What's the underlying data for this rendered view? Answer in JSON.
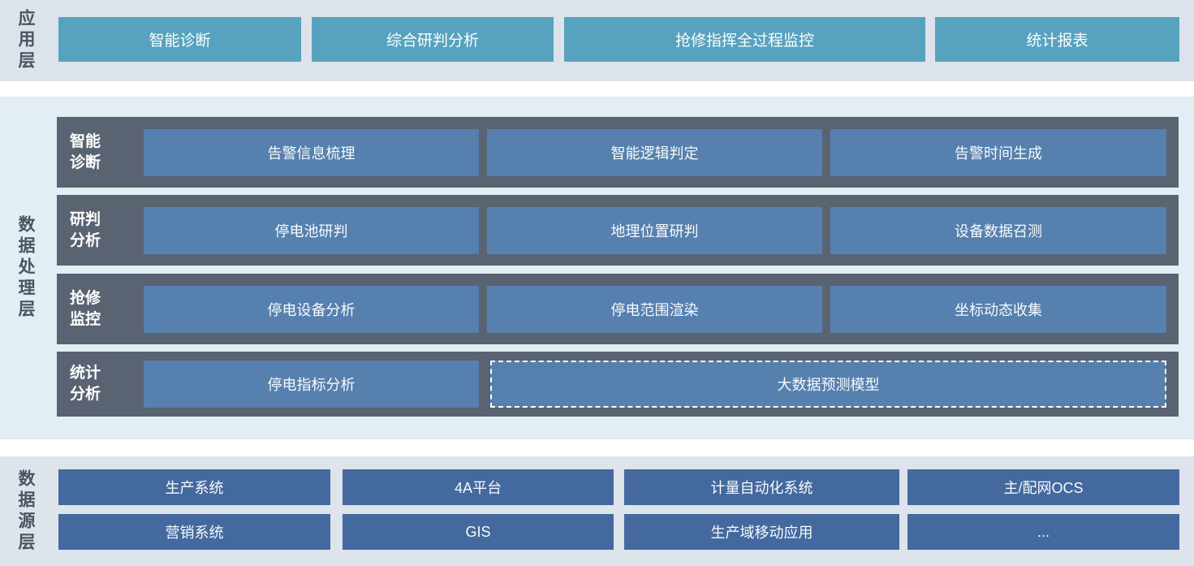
{
  "colors": {
    "app_band_bg": "#dce3eb",
    "proc_band_bg": "#e2edf4",
    "src_band_bg": "#dee4ec",
    "app_button": "#57a3bf",
    "proc_row_bar": "#5a6371",
    "proc_box": "#5680ae",
    "src_box": "#44699e",
    "layer_label_text": "#4a5460",
    "box_text": "#ffffff"
  },
  "app_layer": {
    "label": "应用层",
    "buttons": [
      "智能诊断",
      "综合研判分析",
      "抢修指挥全过程监控",
      "统计报表"
    ]
  },
  "processing_layer": {
    "label": "数据处理层",
    "rows": [
      {
        "label_lines": [
          "智能",
          "诊断"
        ],
        "boxes": [
          "告警信息梳理",
          "智能逻辑判定",
          "告警时间生成"
        ]
      },
      {
        "label_lines": [
          "研判",
          "分析"
        ],
        "boxes": [
          "停电池研判",
          "地理位置研判",
          "设备数据召测"
        ]
      },
      {
        "label_lines": [
          "抢修",
          "监控"
        ],
        "boxes": [
          "停电设备分析",
          "停电范围渲染",
          "坐标动态收集"
        ]
      },
      {
        "label_lines": [
          "统计",
          "分析"
        ],
        "boxes": [
          "停电指标分析"
        ],
        "dashed_box": "大数据预测模型"
      }
    ]
  },
  "source_layer": {
    "label": "数据源层",
    "rows": [
      [
        "生产系统",
        "4A平台",
        "计量自动化系统",
        "主/配网OCS"
      ],
      [
        "营销系统",
        "GIS",
        "生产域移动应用",
        "..."
      ]
    ]
  }
}
